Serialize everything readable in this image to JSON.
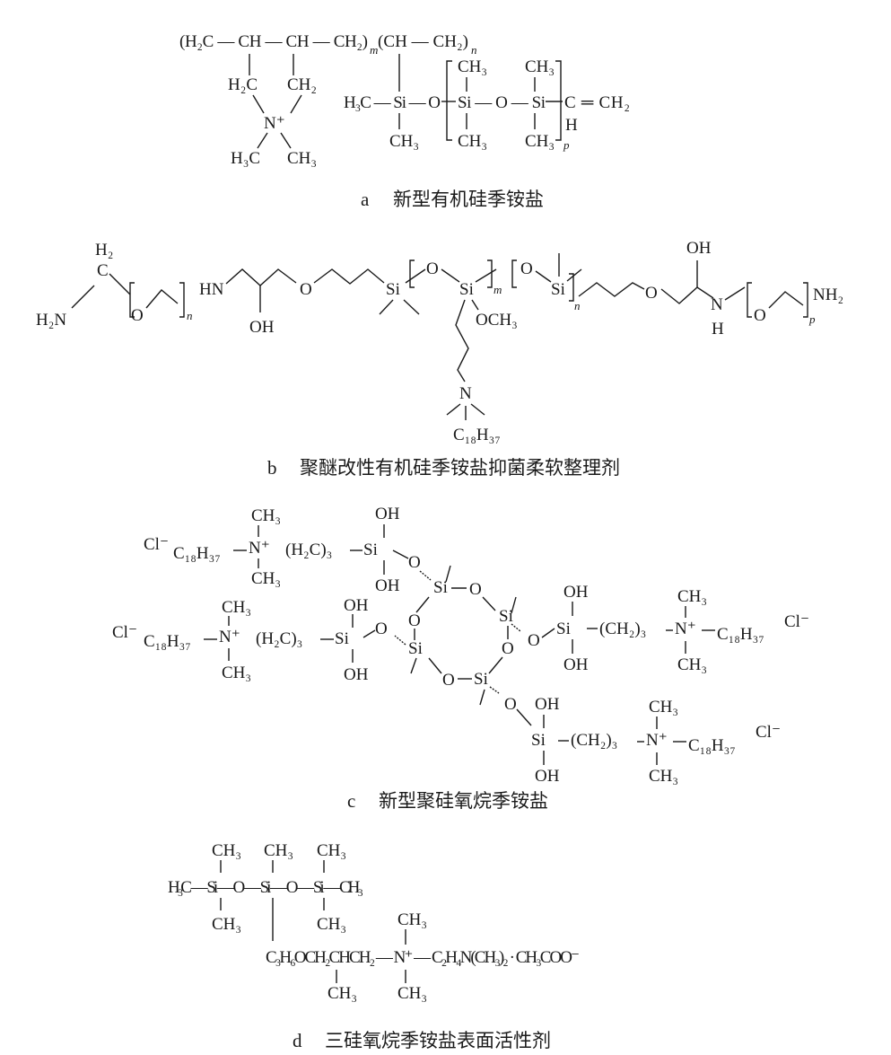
{
  "a": {
    "backbone1": "(H₂C — CH — CH — CH₂)",
    "m": "m",
    "backbone2": "(CH — CH₂)",
    "n": "n",
    "h2c": "H₂C",
    "ch2": "CH₂",
    "n_plus": "N⁺",
    "h3c": "H₃C",
    "ch3": "CH₃",
    "si_left": "H₃C — Si — O",
    "si_mid": "Si — O — Si",
    "vinyl": "C ═ CH₂",
    "vinyl_h": "H",
    "p": "p",
    "caption_letter": "a",
    "caption": "新型有机硅季铵盐"
  },
  "b": {
    "h2n": "H₂N",
    "h2": "H₂",
    "c": "C",
    "o": "O",
    "n": "n",
    "hn": "HN",
    "oh": "OH",
    "si": "Si",
    "m": "m",
    "och3": "OCH₃",
    "nitrogen": "N",
    "h": "H",
    "c18h37": "C₁₈H₃₇",
    "p": "p",
    "nh2": "NH₂",
    "caption_letter": "b",
    "caption": "聚醚改性有机硅季铵盐抑菌柔软整理剂"
  },
  "c": {
    "cl": "Cl⁻",
    "c18h37": "C₁₈H₃₇",
    "n_plus": "N⁺",
    "ch3": "CH₃",
    "h2c3": "(H₂C)₃",
    "ch2_3": "(CH₂)₃",
    "si": "Si",
    "oh": "OH",
    "o": "O",
    "caption_letter": "c",
    "caption": "新型聚硅氧烷季铵盐"
  },
  "d": {
    "ch3": "CH₃",
    "chain": "H₃C — Si — O — Si — O — Si — CH₃",
    "tail": "C₃H₆OCH₂CHCH₂ — N⁺ — C₂H₄N(CH₃)₂ · CH₃COO⁻",
    "caption_letter": "d",
    "caption": "三硅氧烷季铵盐表面活性剂"
  }
}
